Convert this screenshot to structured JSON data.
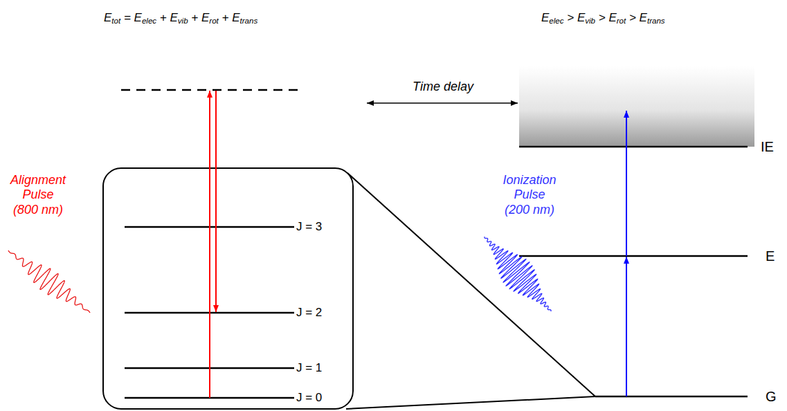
{
  "diagram": {
    "labels": [
      "Etot = Eelec + Evib + Erot + Etrans",
      "Eelec > Evib > Erot > Etrans",
      "Time delay",
      "Alignment Pulse (800 nm)",
      "Ionization Pulse (200 nm)",
      "J = 3",
      "J = 2",
      "J = 1",
      "J = 0",
      "IE",
      "E",
      "G"
    ]
  }
}
